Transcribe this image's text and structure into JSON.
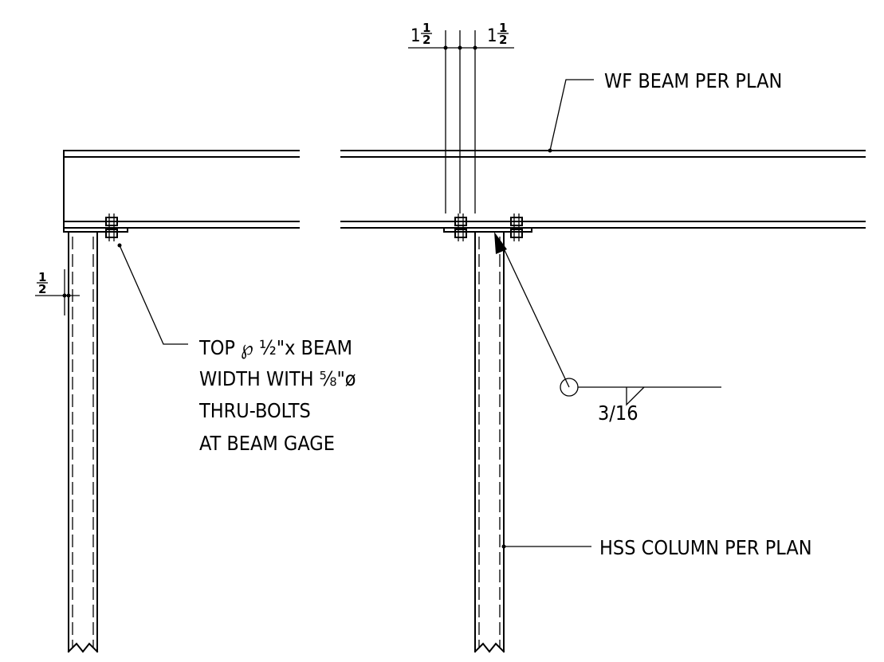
{
  "labels": {
    "wf_beam": "WF BEAM PER PLAN",
    "hss_column": "HSS COLUMN PER PLAN",
    "top_plate_line1": "TOP ℘ ½\"x BEAM",
    "top_plate_line2": "WIDTH WITH ⅝\"ø",
    "top_plate_line3": "THRU-BOLTS",
    "top_plate_line4": "AT BEAM GAGE",
    "weld_size": "3/16"
  },
  "dimensions": {
    "left_gap_whole": "1",
    "left_gap_num": "1",
    "left_gap_den": "2",
    "right_gap_whole": "1",
    "right_gap_num": "1",
    "right_gap_den": "2",
    "plate_num": "1",
    "plate_den": "2"
  }
}
